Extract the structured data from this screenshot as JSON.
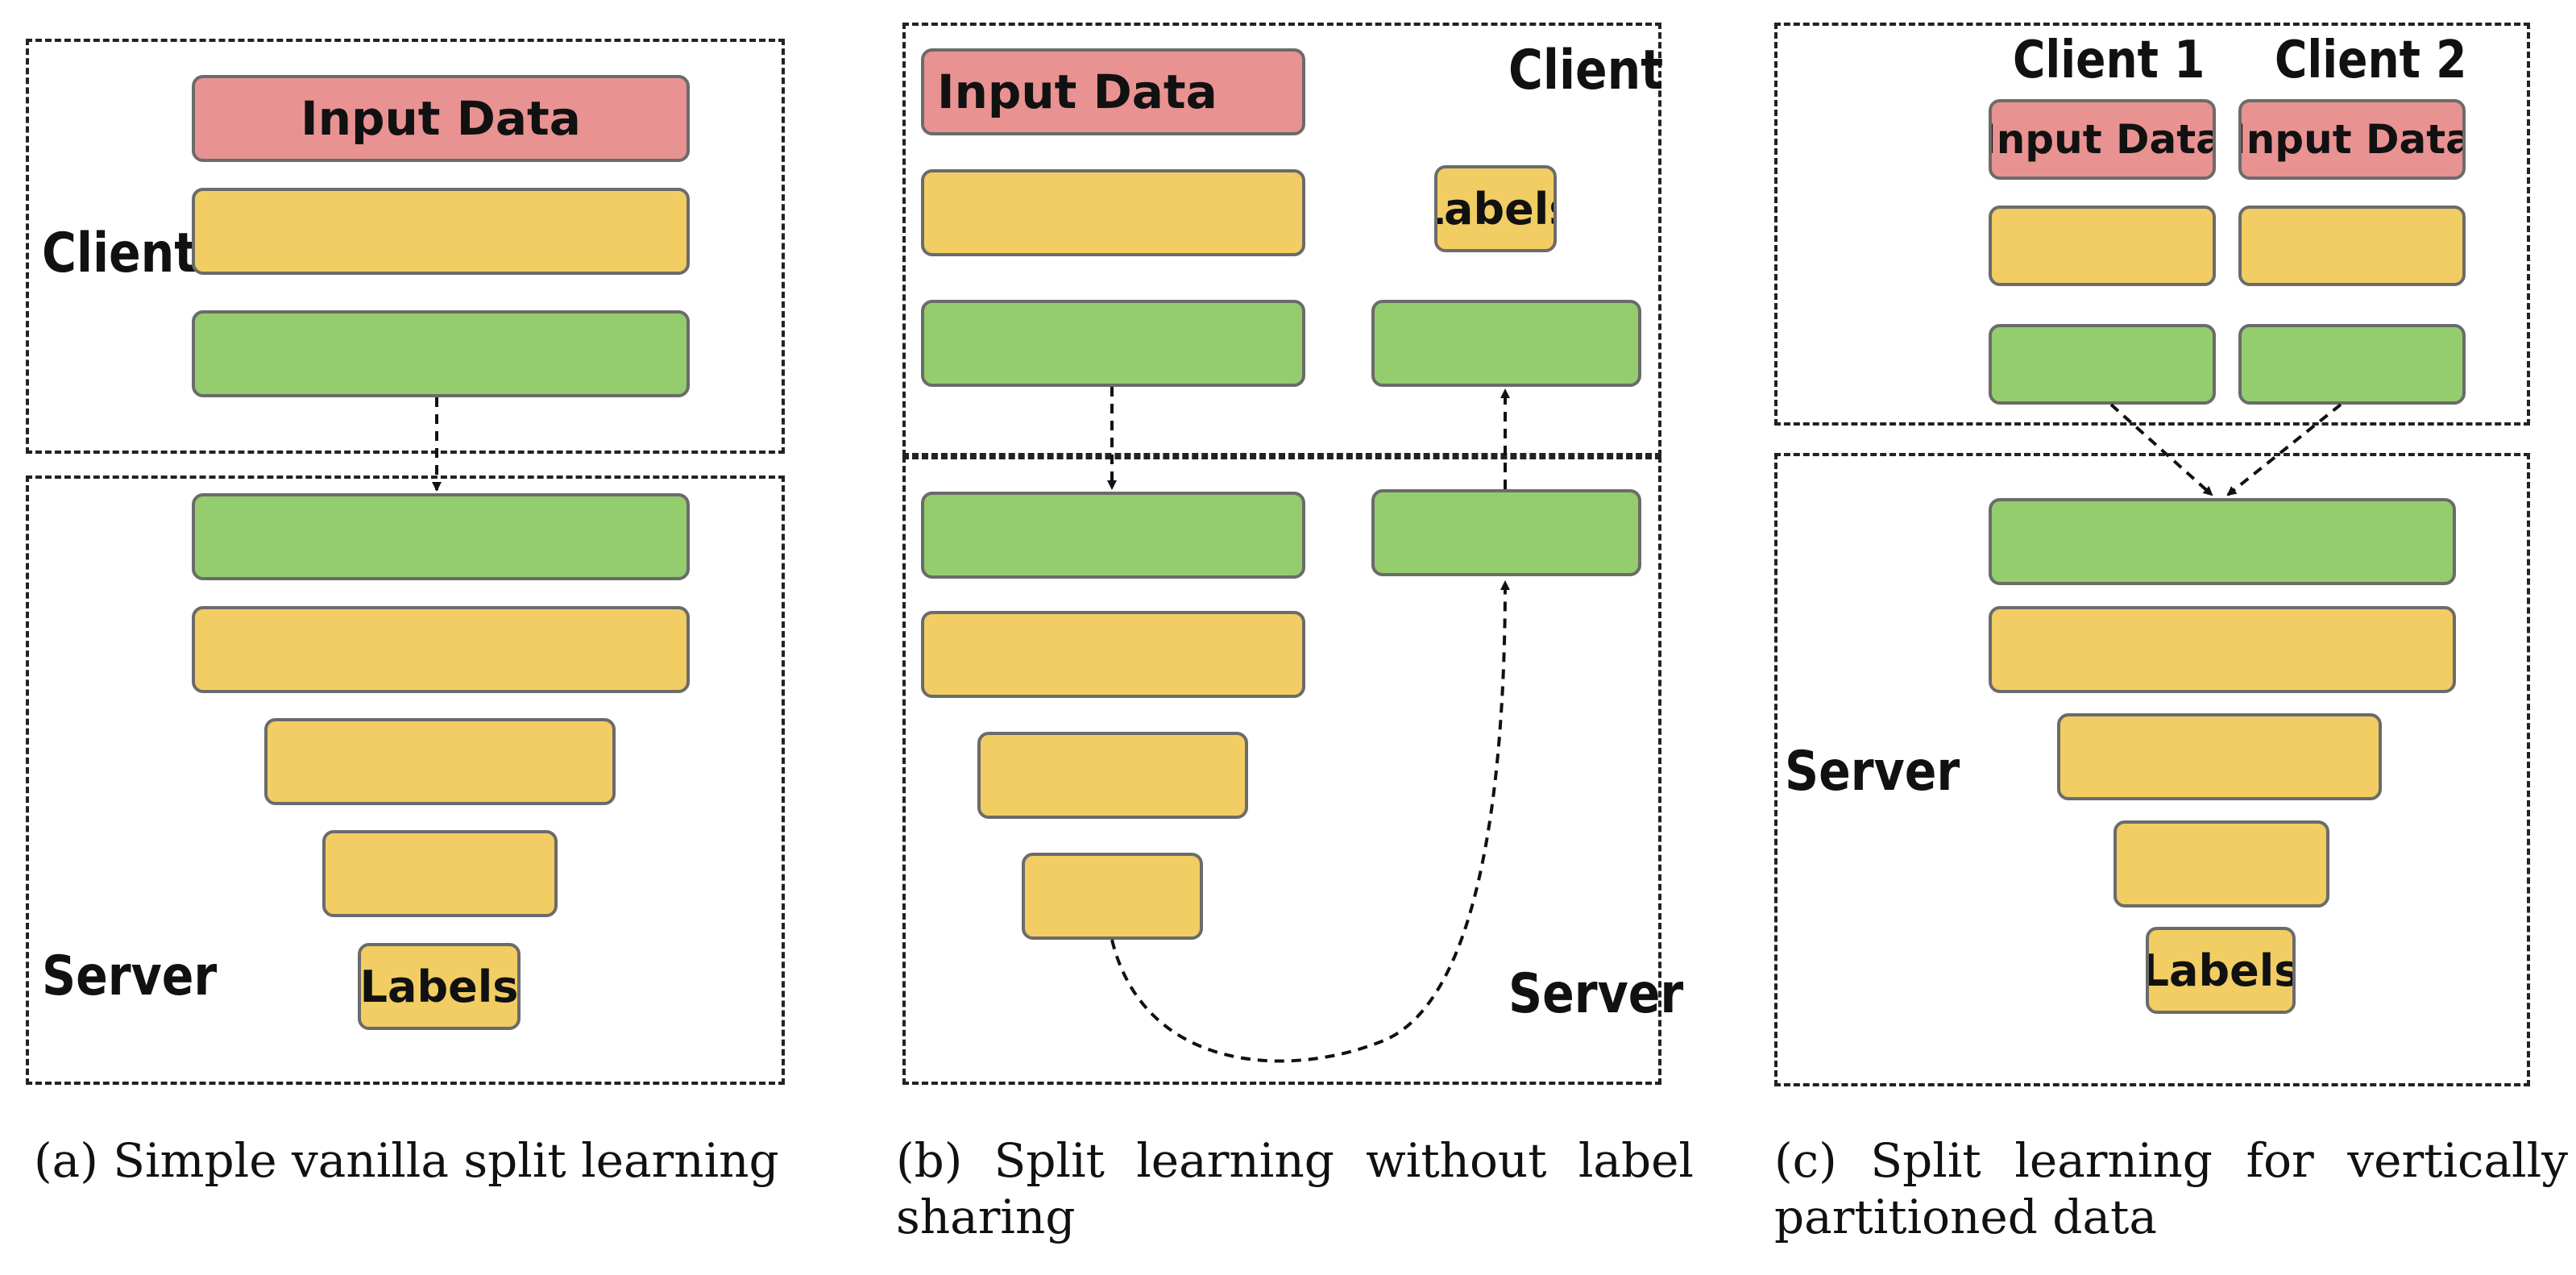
{
  "panel_a": {
    "client_label": "Client",
    "server_label": "Server",
    "input_label": "Input Data",
    "labels_label": "Labels",
    "caption": "(a) Simple vanilla split learning"
  },
  "panel_b": {
    "client_label": "Client",
    "server_label": "Server",
    "input_label": "Input Data",
    "labels_label": "Labels",
    "caption_line1": "(b) Split learning without label",
    "caption_line2": "sharing"
  },
  "panel_c": {
    "client1_label": "Client 1",
    "client2_label": "Client 2",
    "server_label": "Server",
    "input1_label": "Input Data",
    "input2_label": "Input Data",
    "labels_label": "Labels",
    "caption_line1": "(c) Split learning for vertically",
    "caption_line2": "partitioned data"
  },
  "colors": {
    "input": "#e99292",
    "hidden": "#f1cd63",
    "cut": "#94cd6d",
    "border": "#6b6b6b"
  }
}
